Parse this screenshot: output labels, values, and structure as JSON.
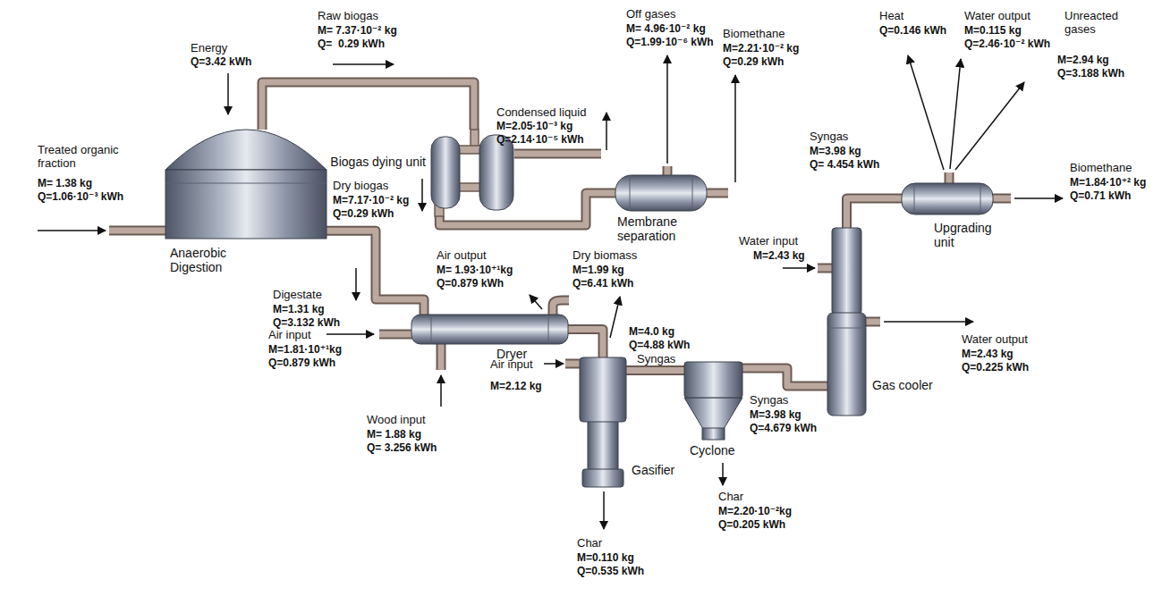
{
  "diagram": {
    "nodes": [
      {
        "text": [
          "Anaerobic Digestion"
        ]
      },
      {
        "text": [
          "Biogas dying unit"
        ]
      },
      {
        "text": [
          "Membrane separation"
        ]
      },
      {
        "text": [
          "Dryer"
        ]
      },
      {
        "text": [
          "Gasifier"
        ]
      },
      {
        "text": [
          "Cyclone"
        ]
      },
      {
        "text": [
          "Gas cooler"
        ]
      },
      {
        "text": [
          "Upgrading unit"
        ]
      }
    ],
    "edges": [
      {
        "from": 0,
        "to": 1,
        "arrow": "none"
      },
      {
        "from": 1,
        "to": 2,
        "arrow": "none"
      },
      {
        "from": 0,
        "to": 3,
        "arrow": "none"
      },
      {
        "from": 3,
        "to": 4,
        "arrow": "none"
      },
      {
        "from": 4,
        "to": 5,
        "arrow": "none"
      },
      {
        "from": 5,
        "to": 6,
        "arrow": "none"
      },
      {
        "from": 6,
        "to": 7,
        "arrow": "none"
      }
    ],
    "labels": [
      "Energy",
      "Q=3.42 kWh",
      "Raw biogas",
      "M= 7.37·10⁻² kg",
      "Q=  0.29 kWh",
      "Condensed liquid",
      "M=2.05·10⁻³ kg",
      "Q=2.14·10⁻⁵ kWh",
      "Dry biogas",
      "M=7.17·10⁻² kg",
      "Q=0.29 kWh",
      "Off gases",
      "M= 4.96·10⁻² kg",
      "Q=1.99·10⁻⁶ kWh",
      "Biomethane",
      "M=2.21·10⁻² kg",
      "Q=0.29 kWh",
      "Heat",
      "Q=0.146 kWh",
      "Water output",
      "M=0.115 kg",
      "Q=2.46·10⁻² kWh",
      "Unreacted gases",
      "M=2.94 kg",
      "Q=3.188 kWh",
      "Syngas",
      "M=3.98 kg",
      "Q= 4.454 kWh",
      "Biomethane",
      "M=1.84·10⁺² kg",
      "Q=0.71 kWh",
      "Treated organic fraction",
      "M= 1.38 kg",
      "Q=1.06·10⁻³ kWh",
      "Digestate",
      "M=1.31 kg",
      "Q=3.132 kWh",
      "Air output",
      "M= 1.93·10⁺¹kg",
      "Q=0.879 kWh",
      "Dry biomass",
      "M=1.99 kg",
      "Q=6.41 kWh",
      "Air input",
      "M=1.81·10⁺¹kg",
      "Q=0.879 kWh",
      "Wood input",
      "M= 1.88 kg",
      "Q= 3.256 kWh",
      "Air input",
      "M=2.12 kg",
      "M=4.0 kg",
      "Q=4.88 kWh",
      "Syngas",
      "Char",
      "M=0.110 kg",
      "Q=0.535 kWh",
      "Char",
      "M=2.20·10⁻²kg",
      "Q=0.205 kWh",
      "Syngas",
      "M=3.98 kg",
      "Q=4.679 kWh",
      "Water input",
      "M=2.43 kg",
      "Water output",
      "M=2.43 kg",
      "Q=0.225 kWh"
    ]
  }
}
